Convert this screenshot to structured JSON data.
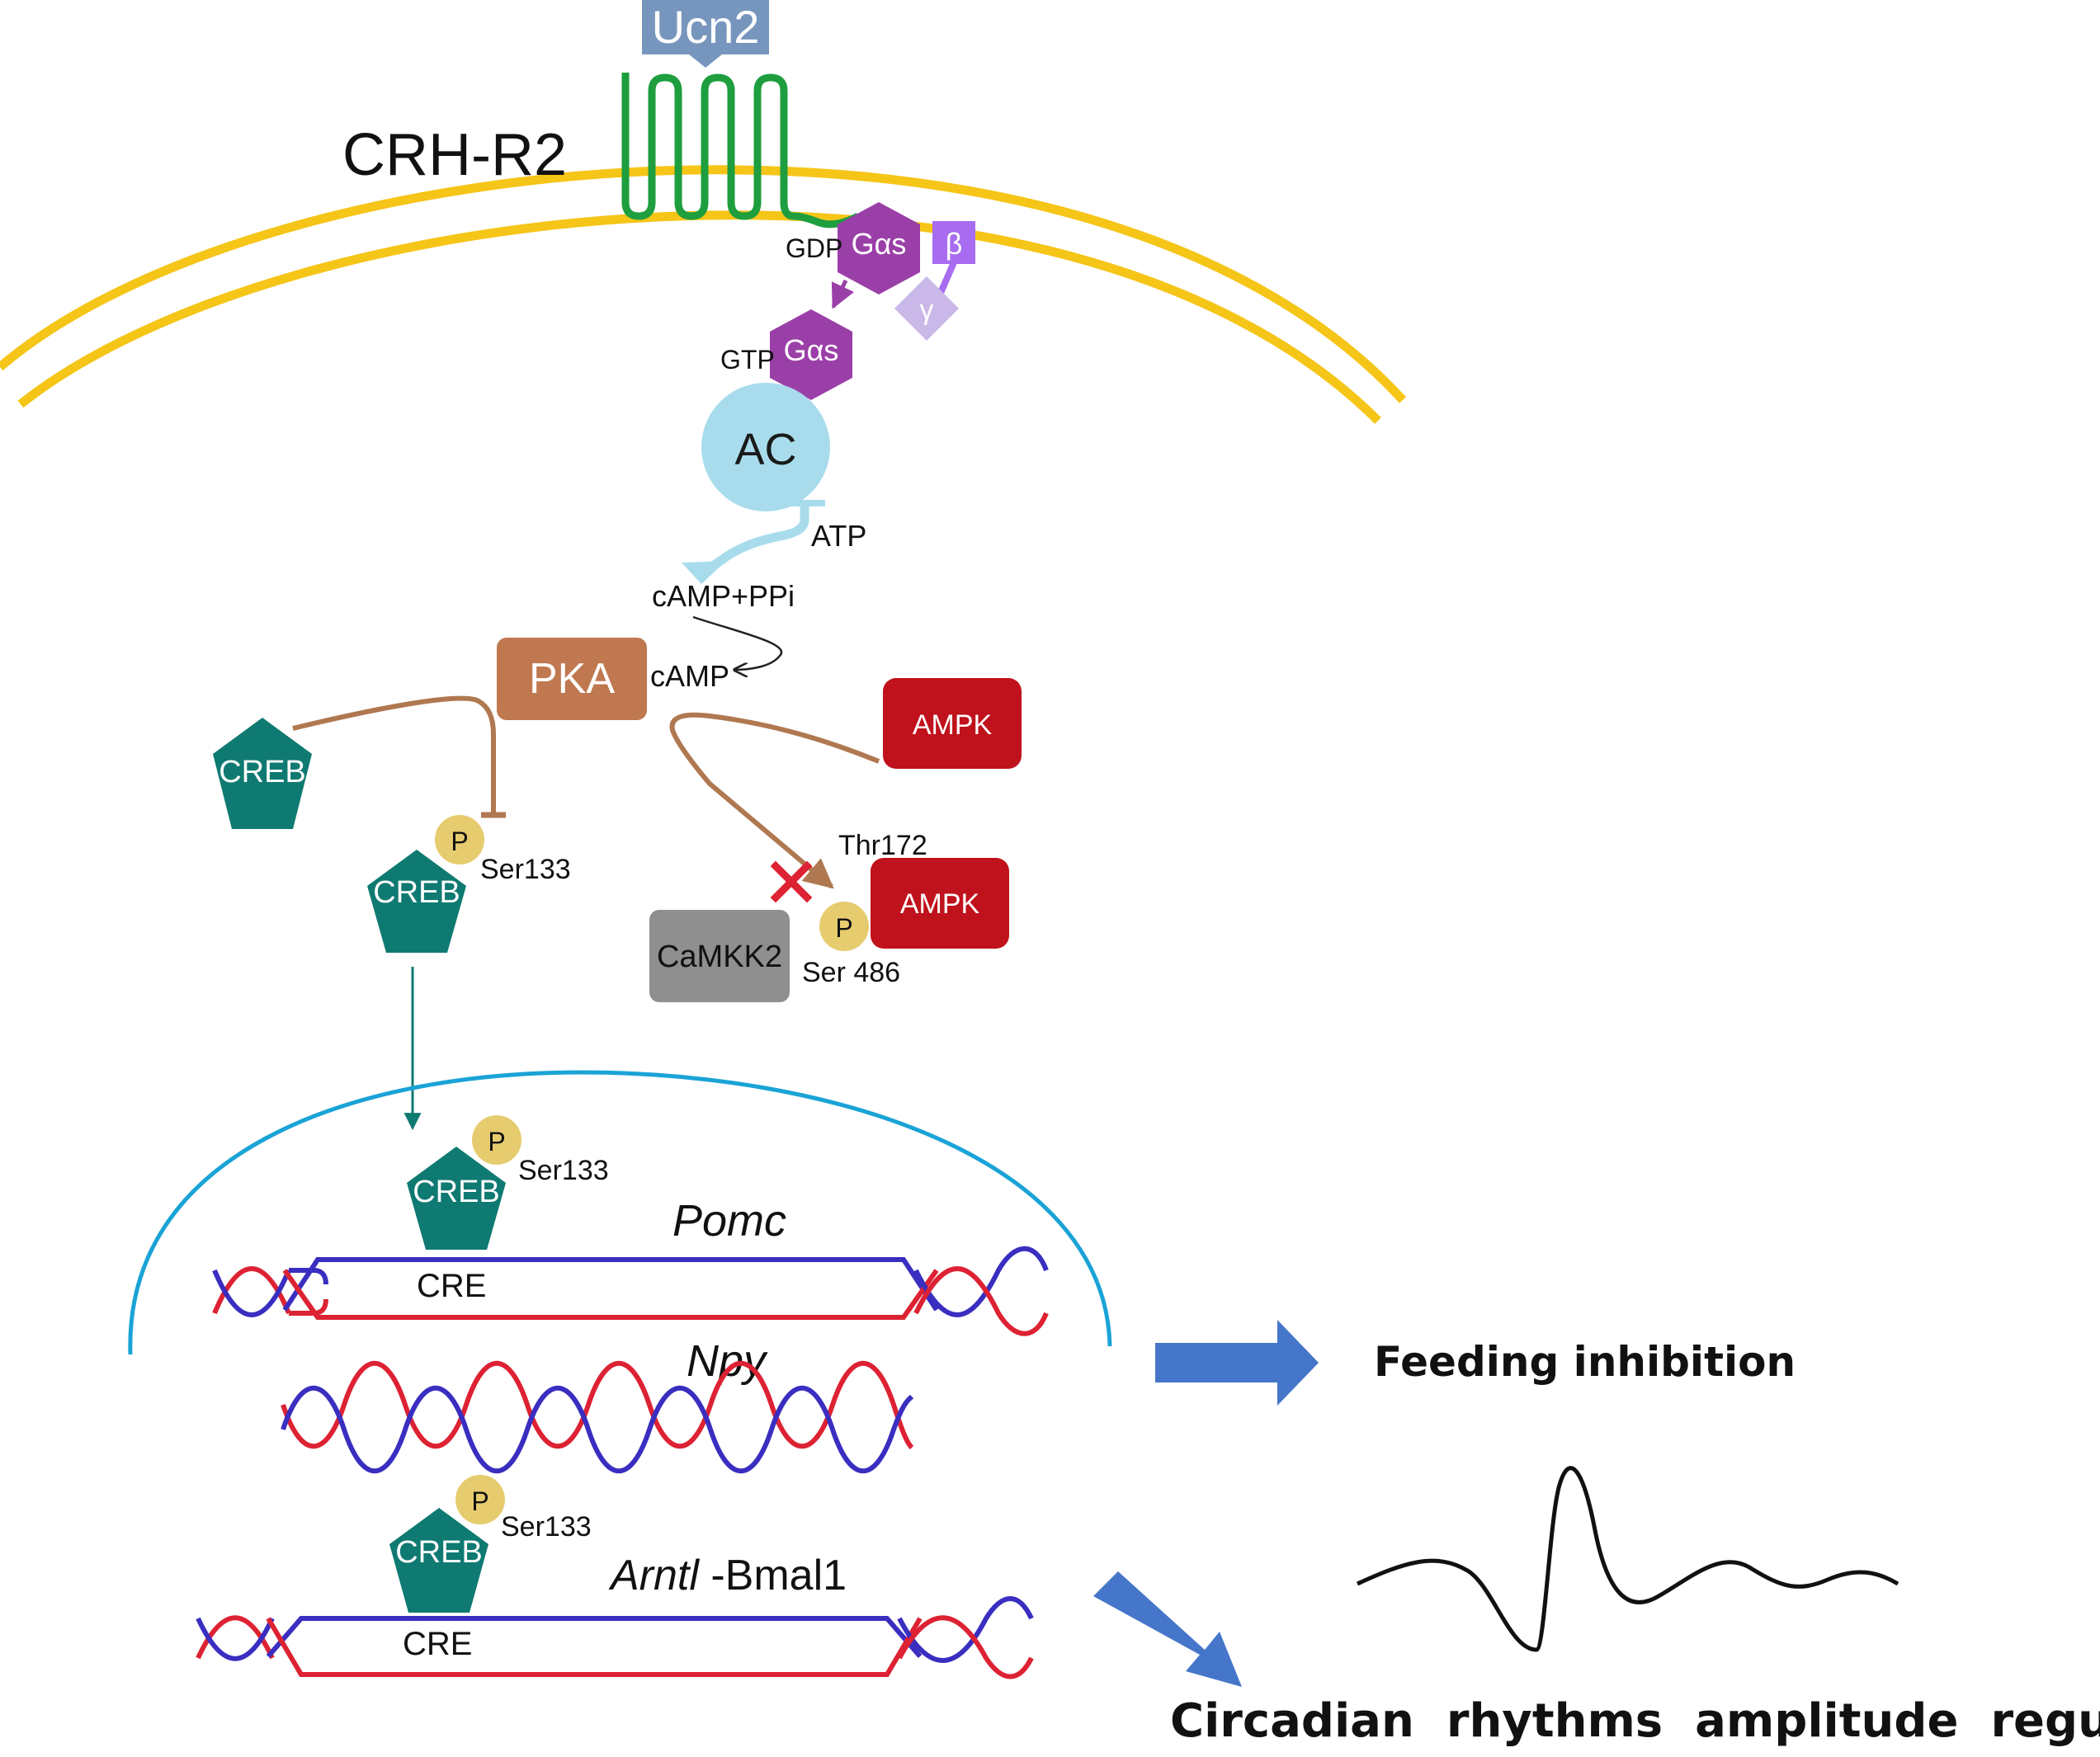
{
  "ligand": "Ucn2",
  "receptor": "CRH-R2",
  "gprotein": {
    "gdp": "GDP",
    "gtp": "GTP",
    "alpha": "Gαs",
    "beta": "β",
    "gamma": "γ"
  },
  "ac": "AC",
  "atp": "ATP",
  "camp_ppi": "cAMP+PPi",
  "camp": "cAMP",
  "pka": "PKA",
  "creb": "CREB",
  "phospho": "P",
  "ser133": "Ser133",
  "ampk": "AMPK",
  "thr172": "Thr172",
  "ser486": "Ser 486",
  "camkk2": "CaMKK2",
  "cre": "CRE",
  "genes": {
    "pomc": "Pomc",
    "npy": "Npy",
    "arntl": "Arntl",
    "bmal": " -Bmal1"
  },
  "outcomes": {
    "feeding": "Feeding inhibition",
    "circadian": "Circadian  rhythms  amplitude  regulation"
  },
  "colors": {
    "membrane": "#f5c518",
    "receptor": "#1e9e3e",
    "gas": "#9b3fa8",
    "beta": "#a86cf0",
    "gamma": "#c9b8e8",
    "ac": "#a8dced",
    "pka": "#c07850",
    "creb": "#0f7a72",
    "ampk": "#c0121c",
    "camkk2": "#8f8f8f",
    "phospho": "#e6cc6e",
    "nucleus": "#1aa3d6",
    "dna_blue": "#3a2ec0",
    "dna_red": "#dd2233",
    "outcome_arrow": "#4676c9"
  }
}
